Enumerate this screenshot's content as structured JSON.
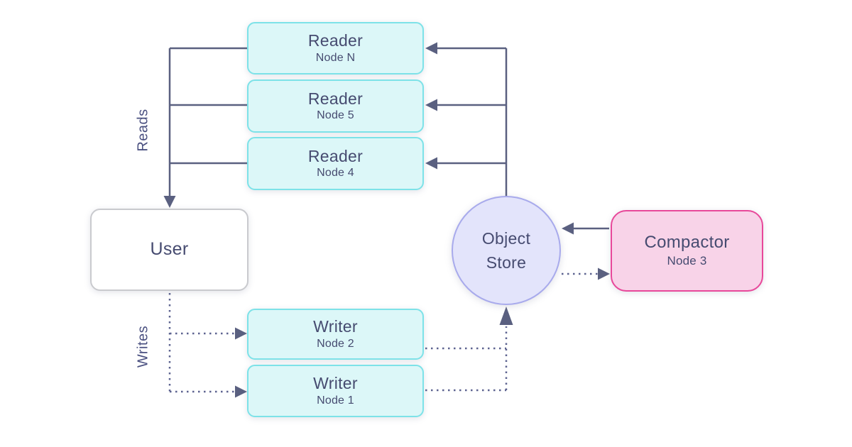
{
  "diagram": {
    "nodes": {
      "readerN": {
        "title": "Reader",
        "subtitle": "Node N"
      },
      "reader5": {
        "title": "Reader",
        "subtitle": "Node 5"
      },
      "reader4": {
        "title": "Reader",
        "subtitle": "Node 4"
      },
      "user": {
        "title": "User"
      },
      "writer2": {
        "title": "Writer",
        "subtitle": "Node 2"
      },
      "writer1": {
        "title": "Writer",
        "subtitle": "Node 1"
      },
      "objectStore": {
        "title": "Object Store"
      },
      "compactor": {
        "title": "Compactor",
        "subtitle": "Node 3"
      }
    },
    "labels": {
      "reads": "Reads",
      "writes": "Writes"
    },
    "colors": {
      "cyan_fill": "#dcf7f8",
      "cyan_border": "#7de2e8",
      "white_fill": "#ffffff",
      "white_border": "#c9cace",
      "lavender_fill": "#e3e4fb",
      "lavender_border": "#a8aaec",
      "pink_fill": "#f8d3e8",
      "pink_border": "#e8489a",
      "line": "#5a6080",
      "dotted_line": "#5d6390",
      "text": "#464b70"
    }
  }
}
